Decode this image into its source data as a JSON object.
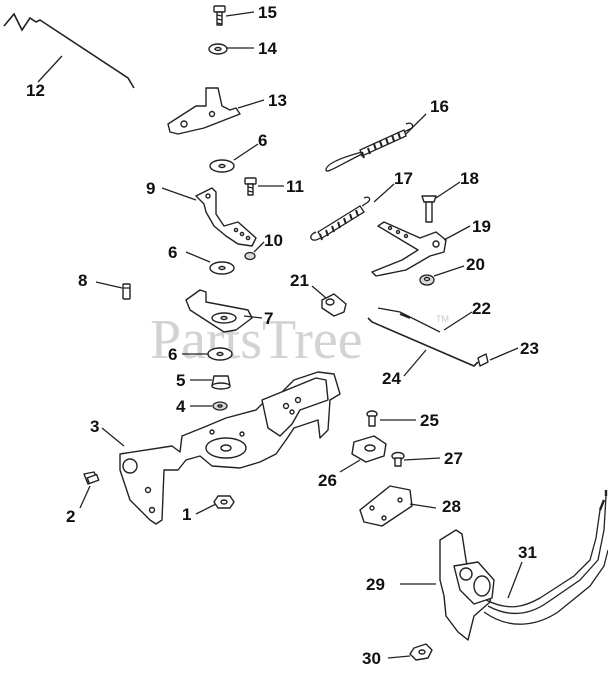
{
  "watermark": {
    "text": "PartsTree",
    "trademark": "TM"
  },
  "callouts": {
    "c1": "1",
    "c2": "2",
    "c3": "3",
    "c4": "4",
    "c5": "5",
    "c6a": "6",
    "c6b": "6",
    "c6c": "6",
    "c7": "7",
    "c8": "8",
    "c9": "9",
    "c10": "10",
    "c11": "11",
    "c12": "12",
    "c13": "13",
    "c14": "14",
    "c15": "15",
    "c16": "16",
    "c17": "17",
    "c18": "18",
    "c19": "19",
    "c20": "20",
    "c21": "21",
    "c22": "22",
    "c23": "23",
    "c24": "24",
    "c25": "25",
    "c26": "26",
    "c27": "27",
    "c28": "28",
    "c29": "29",
    "c30": "30",
    "c31": "31"
  }
}
